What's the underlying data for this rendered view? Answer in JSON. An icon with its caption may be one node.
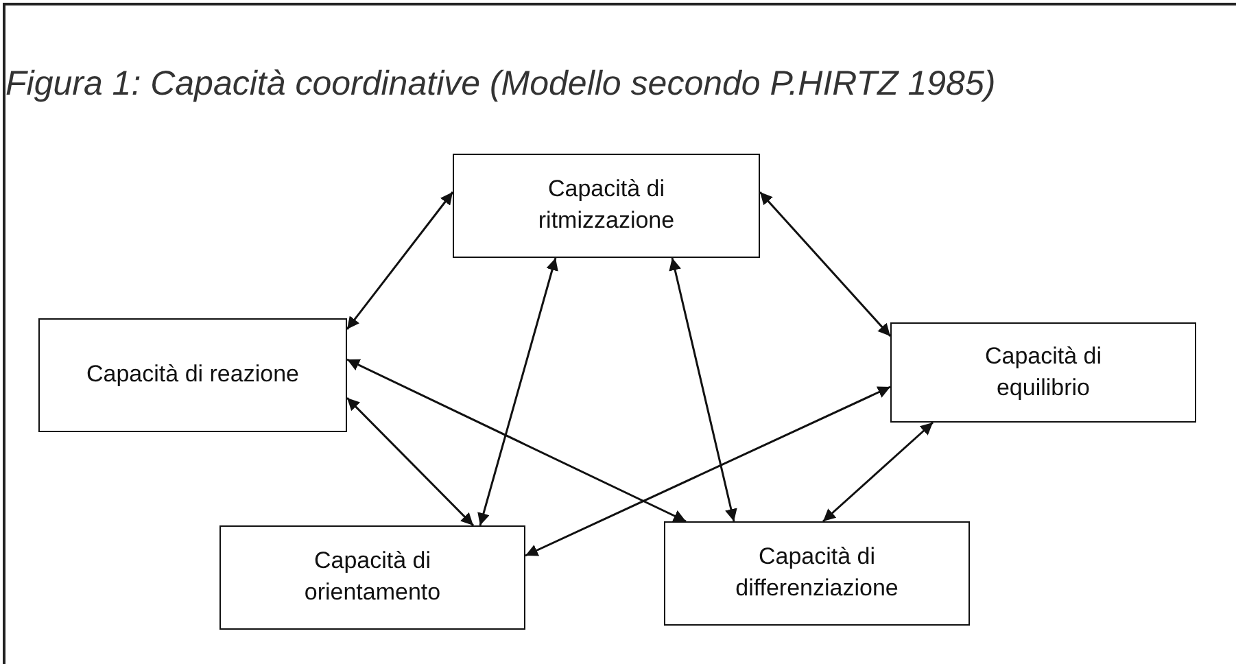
{
  "diagram": {
    "title": "Figura 1: Capacità coordinative (Modello secondo P.HIRTZ 1985)",
    "nodes": [
      {
        "text": [
          "Capacità di ritmizzazione"
        ]
      },
      {
        "text": [
          "Capacità di reazione"
        ]
      },
      {
        "text": [
          "Capacità di equilibrio"
        ]
      },
      {
        "text": [
          "Capacità di orientamento"
        ]
      },
      {
        "text": [
          "Capacità di differenziazione"
        ]
      }
    ],
    "edges": [
      {
        "from": 0,
        "to": 1,
        "arrow": "both"
      },
      {
        "from": 0,
        "to": 2,
        "arrow": "both"
      },
      {
        "from": 0,
        "to": 3,
        "arrow": "both"
      },
      {
        "from": 0,
        "to": 4,
        "arrow": "both"
      },
      {
        "from": 1,
        "to": 3,
        "arrow": "both"
      },
      {
        "from": 1,
        "to": 4,
        "arrow": "both"
      },
      {
        "from": 2,
        "to": 3,
        "arrow": "both"
      },
      {
        "from": 2,
        "to": 4,
        "arrow": "both"
      }
    ]
  }
}
